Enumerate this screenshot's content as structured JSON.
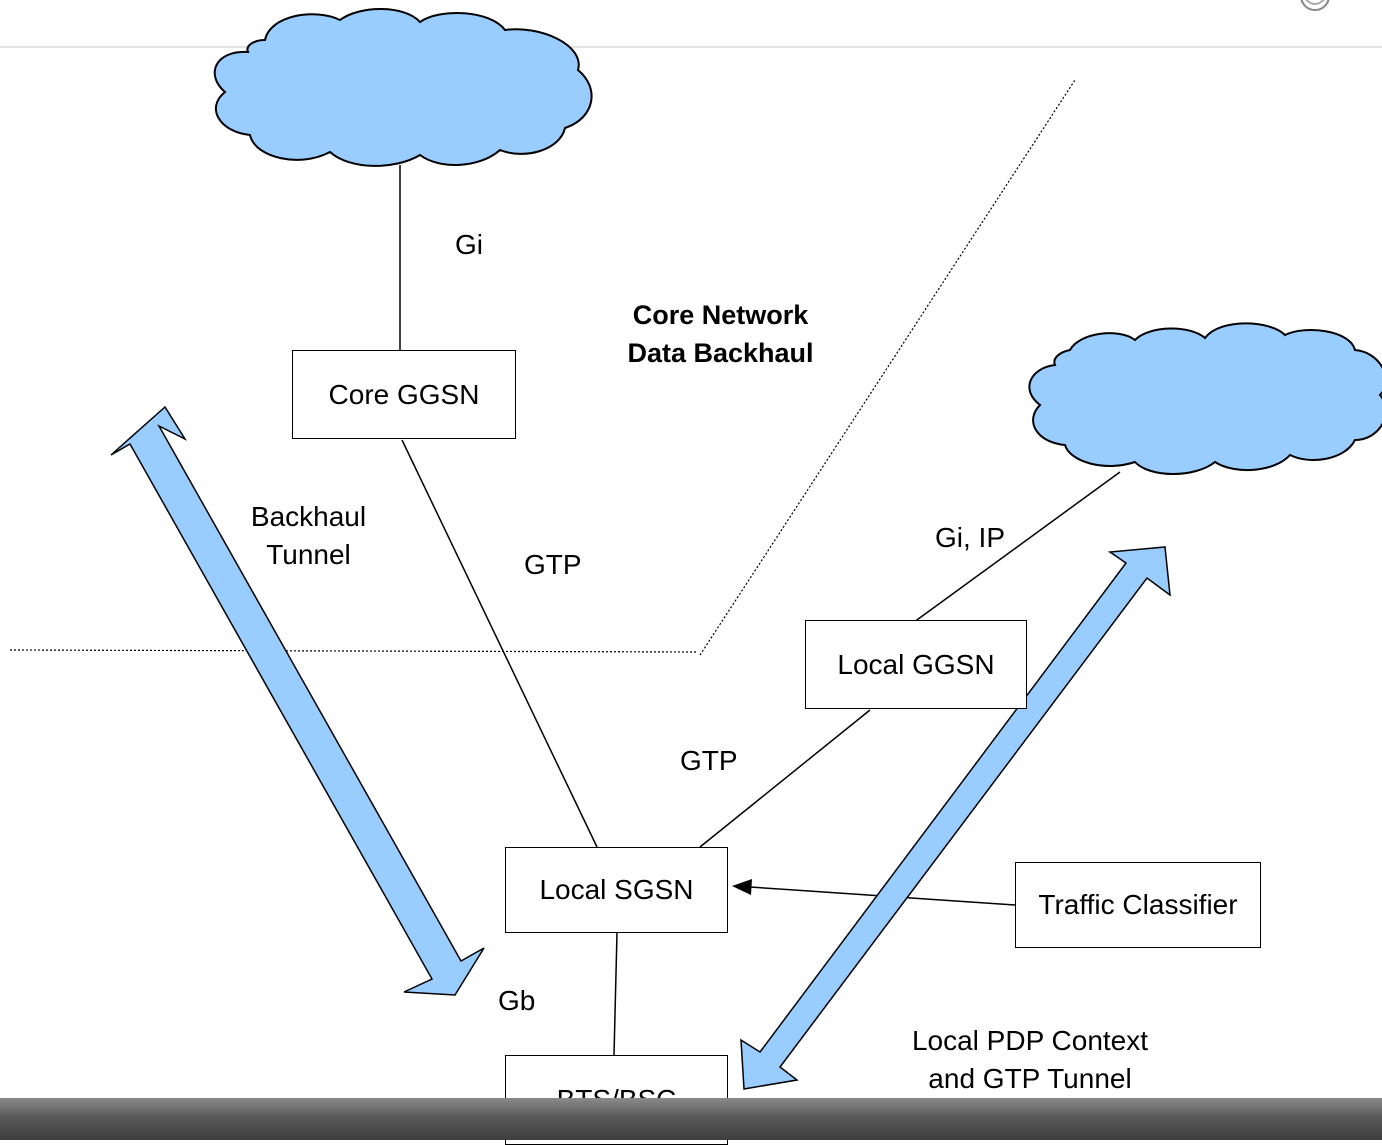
{
  "nodes": {
    "core_ggsn": "Core GGSN",
    "local_ggsn": "Local GGSN",
    "local_sgsn": "Local SGSN",
    "bts_bsc": "BTS/BSC",
    "traffic_classifier": "Traffic Classifier"
  },
  "labels": {
    "gi_top": "Gi",
    "core_network_line1": "Core Network",
    "core_network_line2": "Data Backhaul",
    "backhaul_line1": "Backhaul",
    "backhaul_line2": "Tunnel",
    "gtp_core": "GTP",
    "gi_ip": "Gi, IP",
    "gtp_local": "GTP",
    "gb": "Gb",
    "local_pdp_line1": "Local PDP Context",
    "local_pdp_line2": "and GTP Tunnel"
  },
  "colors": {
    "cloud_fill": "#99ccff",
    "arrow_fill": "#99ccff",
    "stroke": "#000000"
  }
}
